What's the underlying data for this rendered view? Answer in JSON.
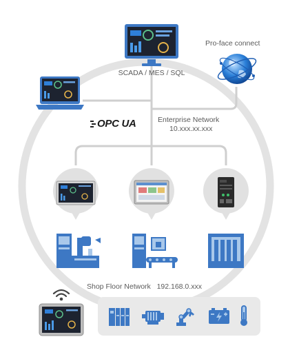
{
  "labels": {
    "scada": "SCADA / MES / SQL",
    "cloud": "Pro-face connect",
    "enterprise_title": "Enterprise Network",
    "enterprise_addr": "10.xxx.xx.xxx",
    "opcua": "OPC UA",
    "shopfloor_title": "Shop Floor Network",
    "shopfloor_addr": "192.168.0.xxx"
  },
  "colors": {
    "ring": "#e3e3e3",
    "line": "#cfcfcf",
    "device_blue": "#3d78c4",
    "device_light": "#a9c8ea",
    "bubble": "#e1e1e1",
    "tray": "#e9e9e9",
    "screen": "#1d2330"
  },
  "icons": {
    "tray": [
      "plc-modules-icon",
      "motor-icon",
      "robot-arm-icon",
      "battery-icon",
      "thermometer-icon"
    ],
    "machines": [
      "cnc-machine-icon",
      "packaging-machine-icon",
      "storage-cabinet-icon"
    ],
    "bubbles": [
      "hmi-panel-icon",
      "touch-panel-icon",
      "box-controller-icon"
    ]
  }
}
